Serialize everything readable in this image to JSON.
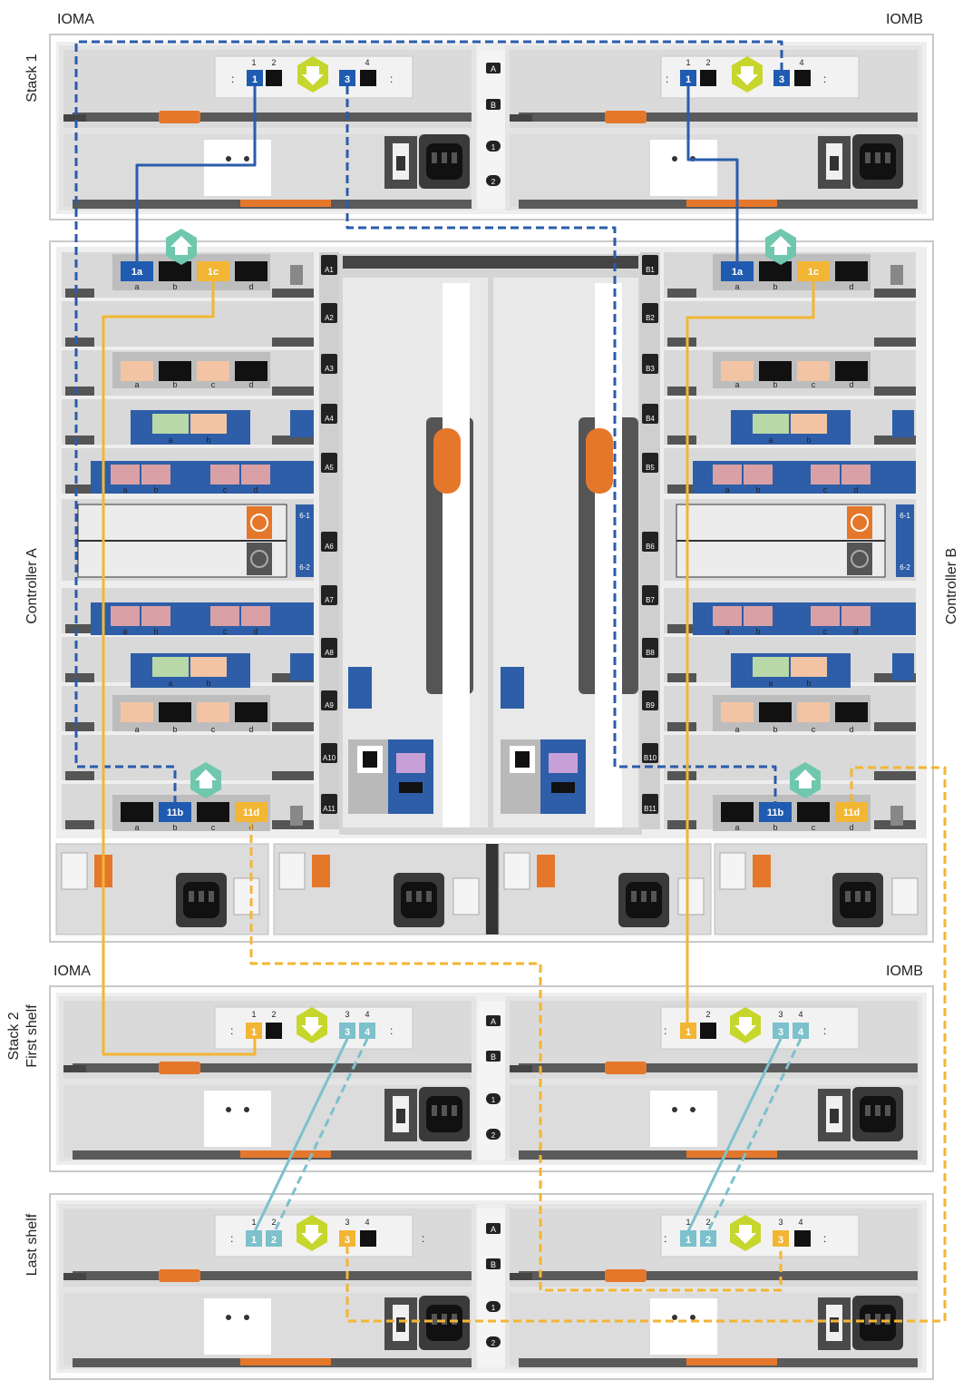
{
  "labels": {
    "ioma": "IOMA",
    "iomb": "IOMB",
    "stack1": "Stack 1",
    "controller_a": "Controller A",
    "controller_b": "Controller B",
    "stack2_line1": "Stack 2",
    "stack2_line2": "First shelf",
    "last_shelf": "Last shelf"
  },
  "port_top_numbers": [
    "1",
    "2",
    "3",
    "4"
  ],
  "shelf_side_markers": [
    "A",
    "B",
    "1",
    "2"
  ],
  "stack1": {
    "ioma_ports": {
      "p1": "1",
      "p3": "3"
    },
    "iomb_ports": {
      "p1": "1",
      "p3": "3"
    }
  },
  "controller_a": {
    "top_card": {
      "p1": "1a",
      "p2": "a",
      "p3": "b",
      "p4": "1c",
      "p5": "d"
    },
    "bottom_card": {
      "p1": "a",
      "p2": "11b",
      "p3": "b",
      "p4": "c",
      "p5": "11d",
      "p6": "d"
    },
    "card_letters": [
      "a",
      "b",
      "c",
      "d"
    ],
    "slots": [
      "A1",
      "A2",
      "A3",
      "A4",
      "A5",
      "A6",
      "A7",
      "A8",
      "A9",
      "A10",
      "A11"
    ],
    "nvram": {
      "top": "6-1",
      "bottom": "6-2"
    }
  },
  "controller_b": {
    "top_card": {
      "p1": "1a",
      "p2": "a",
      "p3": "b",
      "p4": "1c",
      "p5": "d"
    },
    "bottom_card": {
      "p1": "a",
      "p2": "11b",
      "p3": "b",
      "p4": "c",
      "p5": "11d",
      "p6": "d"
    },
    "slots": [
      "B1",
      "B2",
      "B3",
      "B4",
      "B5",
      "B6",
      "B7",
      "B8",
      "B9",
      "B10",
      "B11"
    ],
    "nvram": {
      "top": "6-1",
      "bottom": "6-2"
    }
  },
  "stack2_first": {
    "ioma_ports": {
      "p1": "1",
      "p3": "3",
      "p4": "4"
    },
    "iomb_ports": {
      "p1": "1",
      "p3": "3",
      "p4": "4"
    }
  },
  "stack2_last": {
    "ioma_ports": {
      "p1": "1",
      "p2": "2",
      "p3": "3"
    },
    "iomb_ports": {
      "p1": "1",
      "p2": "2",
      "p3": "3"
    }
  },
  "colors": {
    "blue_cable": "#2a5cab",
    "yellow_cable": "#f2b634",
    "teal_cable": "#7cc1cc",
    "port_blue": "#1f5bb0",
    "port_yellow": "#f2b634",
    "port_teal": "#7cc1cc",
    "arrow_green": "#c7d62d",
    "arrow_teal": "#6fc7ad",
    "chassis_gray": "#e6e6e6",
    "orange": "#e5772b"
  }
}
